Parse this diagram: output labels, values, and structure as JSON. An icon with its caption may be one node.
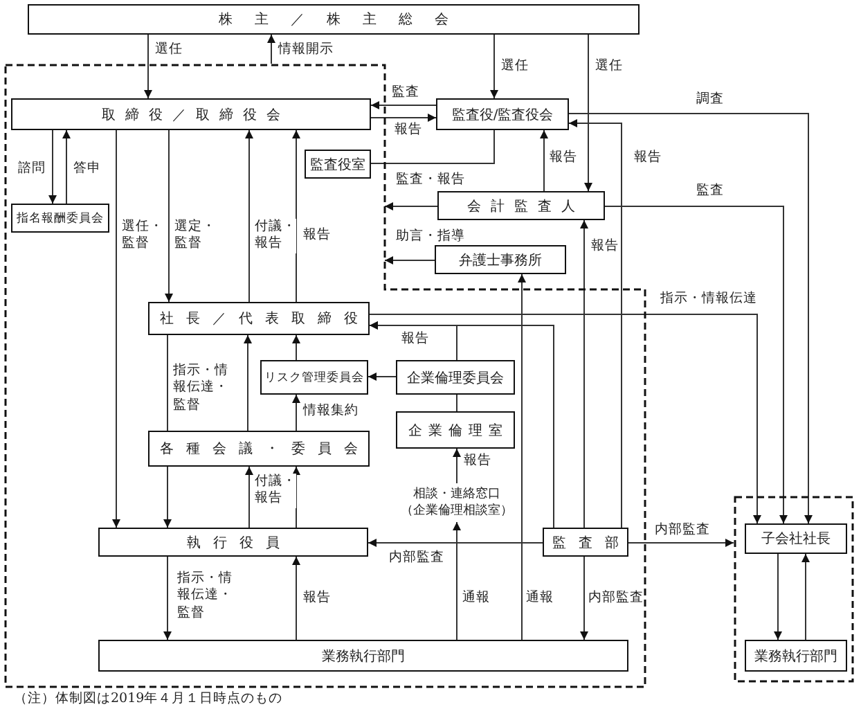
{
  "diagram": {
    "caption": "（注）体制図は2019年４月１日時点のもの",
    "nodes": [
      {
        "text": [
          "株主／株主総会"
        ]
      },
      {
        "text": [],
        "shape": "box"
      },
      {
        "text": [],
        "shape": "box"
      },
      {
        "text": [
          "取締役／取締役会"
        ],
        "in": 1
      },
      {
        "text": [
          "指名報酬委員会"
        ],
        "in": 1
      },
      {
        "text": [
          "監査役/監査役会"
        ]
      },
      {
        "text": [
          "監査役室"
        ],
        "in": 1
      },
      {
        "text": [
          "会計監査人"
        ]
      },
      {
        "text": [
          "弁護士事務所"
        ]
      },
      {
        "text": [
          "社長／代表取締役"
        ],
        "in": 1
      },
      {
        "text": [
          "リスク管理委員会"
        ],
        "in": 1
      },
      {
        "text": [
          "企業倫理委員会"
        ],
        "in": 1
      },
      {
        "text": [
          "企業倫理室"
        ],
        "in": 1
      },
      {
        "text": [
          "各種会議・委員会"
        ],
        "in": 1
      },
      {
        "text": [
          "執行役員"
        ],
        "in": 1
      },
      {
        "text": [
          "監査部"
        ],
        "in": 1
      },
      {
        "text": [
          "業務執行部門"
        ],
        "in": 1
      },
      {
        "text": [
          "子会社社長"
        ],
        "in": 2
      },
      {
        "text": [
          "業務執行部門"
        ],
        "in": 2
      },
      {
        "text": [
          "相談・連絡窓口（企業倫理相談室）"
        ],
        "in": 1
      }
    ],
    "edges": [
      {
        "from": 0,
        "to": 3,
        "arrow": "to",
        "label": "選任"
      },
      {
        "from": 1,
        "to": 0,
        "arrow": "to",
        "label": "情報開示"
      },
      {
        "from": 0,
        "to": 5,
        "arrow": "to",
        "label": "選任"
      },
      {
        "from": 0,
        "to": 7,
        "arrow": "to",
        "label": "選任"
      },
      {
        "from": 5,
        "to": 3,
        "arrow": "to",
        "label": "監査"
      },
      {
        "from": 3,
        "to": 5,
        "arrow": "to",
        "label": "報告"
      },
      {
        "from": 6,
        "to": 5,
        "arrow": "none"
      },
      {
        "from": 3,
        "to": 4,
        "arrow": "to",
        "label": "諮問"
      },
      {
        "from": 4,
        "to": 3,
        "arrow": "to",
        "label": "答申"
      },
      {
        "from": 3,
        "to": 14,
        "arrow": "to",
        "label": "選任・監督"
      },
      {
        "from": 3,
        "to": 9,
        "arrow": "to",
        "label": "選定・監督"
      },
      {
        "from": 9,
        "to": 3,
        "arrow": "to",
        "label": "付議・報告"
      },
      {
        "from": 9,
        "to": 3,
        "arrow": "to",
        "label": "報告"
      },
      {
        "from": 7,
        "to": 5,
        "arrow": "to",
        "label": "報告"
      },
      {
        "from": 7,
        "to": 1,
        "arrow": "to",
        "label": "監査・報告"
      },
      {
        "from": 8,
        "to": 1,
        "arrow": "to",
        "label": "助言・指導"
      },
      {
        "from": 5,
        "to": 17,
        "arrow": "to",
        "label": "調査"
      },
      {
        "from": 7,
        "to": 17,
        "arrow": "to",
        "label": "監査"
      },
      {
        "from": 15,
        "to": 5,
        "arrow": "to",
        "label": "報告"
      },
      {
        "from": 15,
        "to": 7,
        "arrow": "to",
        "label": "報告"
      },
      {
        "from": 9,
        "to": 17,
        "arrow": "to",
        "label": "指示・情報伝達"
      },
      {
        "from": 15,
        "to": 9,
        "arrow": "to"
      },
      {
        "from": 11,
        "to": 9,
        "arrow": "to",
        "label": "報告"
      },
      {
        "from": 11,
        "to": 10,
        "arrow": "to"
      },
      {
        "from": 12,
        "to": 11,
        "arrow": "none"
      },
      {
        "from": 10,
        "to": 9,
        "arrow": "to"
      },
      {
        "from": 13,
        "to": 10,
        "arrow": "to",
        "label": "情報集約"
      },
      {
        "from": 13,
        "to": 9,
        "arrow": "to"
      },
      {
        "from": 9,
        "to": 13,
        "arrow": "none",
        "label": "指示・情報伝達・監督"
      },
      {
        "from": 13,
        "to": 14,
        "arrow": "to"
      },
      {
        "from": 14,
        "to": 13,
        "arrow": "to",
        "label": "付議・報告"
      },
      {
        "from": 14,
        "to": 13,
        "arrow": "to"
      },
      {
        "from": 15,
        "to": 14,
        "arrow": "to",
        "label": "内部監査"
      },
      {
        "from": 15,
        "to": 2,
        "arrow": "to",
        "label": "内部監査"
      },
      {
        "from": 14,
        "to": 16,
        "arrow": "to",
        "label": "指示・情報伝達・監督"
      },
      {
        "from": 16,
        "to": 14,
        "arrow": "to",
        "label": "報告"
      },
      {
        "from": 16,
        "to": 19,
        "arrow": "to",
        "label": "通報"
      },
      {
        "from": 19,
        "to": 12,
        "arrow": "to",
        "label": "報告"
      },
      {
        "from": 16,
        "to": 8,
        "arrow": "to",
        "label": "通報"
      },
      {
        "from": 15,
        "to": 16,
        "arrow": "to",
        "label": "内部監査"
      },
      {
        "from": 17,
        "to": 18,
        "arrow": "to"
      },
      {
        "from": 18,
        "to": 17,
        "arrow": "to"
      }
    ]
  }
}
